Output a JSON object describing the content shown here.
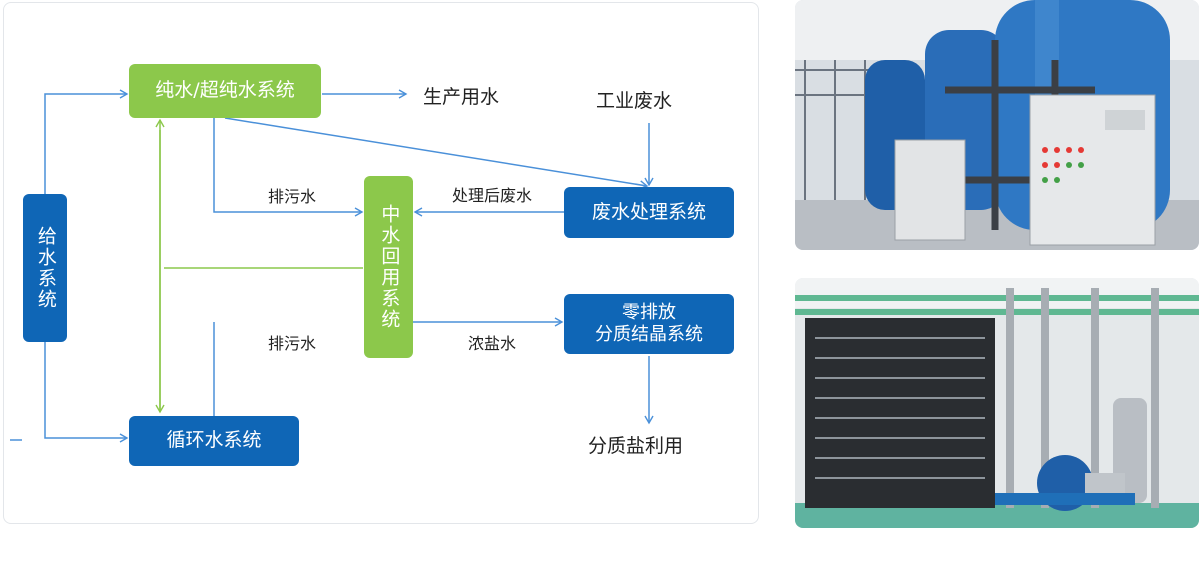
{
  "diagram": {
    "boxes": {
      "supply": "给水系统",
      "pure_water": "纯水/超纯水系统",
      "reclaim": "中水回用系统",
      "wastewater": "废水处理系统",
      "zld_line1": "零排放",
      "zld_line2": "分质结晶系统",
      "circulating": "循环水系统"
    },
    "labels": {
      "production_water": "生产用水",
      "industrial_wastewater": "工业废水",
      "blowdown_top": "排污水",
      "treated_wastewater": "处理后废水",
      "blowdown_bottom": "排污水",
      "brine": "浓盐水",
      "salt_use": "分质盐利用"
    },
    "colors": {
      "green": "#8cc84b",
      "blue": "#0f66b6",
      "blue_line": "#4a90d9",
      "green_line": "#8cc84b"
    }
  },
  "photos": [
    {
      "name": "water-treatment-tanks-photo"
    },
    {
      "name": "membrane-filtration-plant-photo"
    }
  ]
}
